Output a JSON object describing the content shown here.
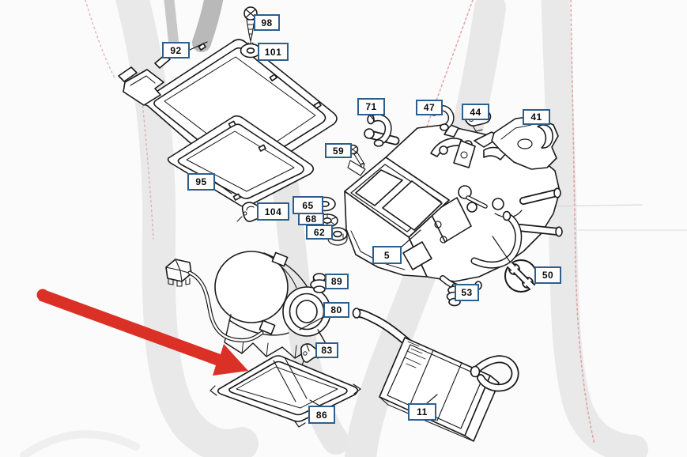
{
  "document": {
    "kind": "exploded-parts-diagram",
    "subject": "automotive heater / blower unit with numbered part callouts",
    "background": "#fbfbfb"
  },
  "colors": {
    "label_border": "#2d5f8e",
    "label_text": "#0b0b0b",
    "line_art": "#1a1a1a",
    "arrow_red": "#db3026",
    "watermark_gray": "#e8e8e8",
    "watermark_dark_gray": "#a9a9a9",
    "watermark_pink": "#dd9494"
  },
  "watermark": {
    "description": "large light-gray monogram letterform strokes with faint pink dotted outline"
  },
  "annotation": {
    "red_arrow": {
      "points_to_part": "86",
      "direction": "down-right"
    }
  },
  "icons": {
    "wrench": {
      "label_part": "50",
      "meaning": "tool/service callout in circle"
    }
  },
  "parts": {
    "p98": {
      "num": "98"
    },
    "p92": {
      "num": "92"
    },
    "p101": {
      "num": "101"
    },
    "p95": {
      "num": "95"
    },
    "p71": {
      "num": "71"
    },
    "p47": {
      "num": "47"
    },
    "p44": {
      "num": "44"
    },
    "p41": {
      "num": "41"
    },
    "p59": {
      "num": "59"
    },
    "p65": {
      "num": "65"
    },
    "p68": {
      "num": "68"
    },
    "p62": {
      "num": "62"
    },
    "p104": {
      "num": "104"
    },
    "p5": {
      "num": "5"
    },
    "p53": {
      "num": "53"
    },
    "p50": {
      "num": "50"
    },
    "p89": {
      "num": "89"
    },
    "p80": {
      "num": "80"
    },
    "p83": {
      "num": "83"
    },
    "p86": {
      "num": "86"
    },
    "p11": {
      "num": "11"
    }
  }
}
